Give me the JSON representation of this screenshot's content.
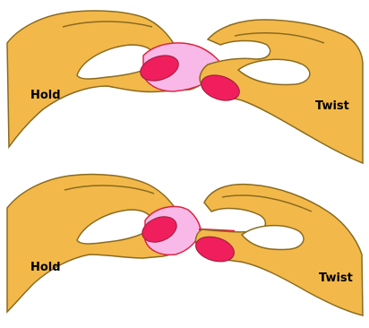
{
  "colors": {
    "skin": "#F2B94A",
    "outline": "#8A6A1F",
    "nail": "#F01E5C",
    "nail_outline": "#9A1B3C",
    "wrapper": "#F8B8E8",
    "wrapper_outline": "#D9263E",
    "candy_end": "#E0183A"
  },
  "panels": [
    {
      "left_label": "Hold",
      "right_label": "Twist"
    },
    {
      "left_label": "Hold",
      "right_label": "Twist"
    }
  ]
}
